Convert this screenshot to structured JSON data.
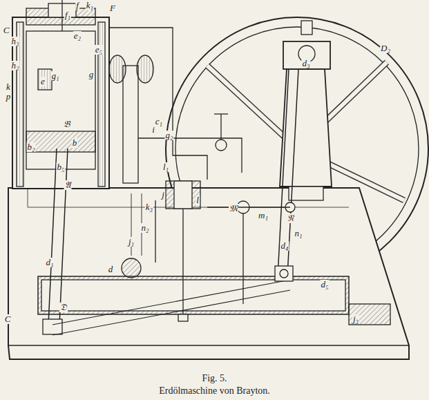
{
  "diagram": {
    "title": "Fig. 5.",
    "caption": "Erdölmaschine von Brayton.",
    "labels": [
      "C",
      "h₃",
      "h₂",
      "k",
      "p",
      "e",
      "𝔅",
      "b",
      "b₂",
      "b₅",
      "C",
      "𝔄",
      "d₁",
      "𝔇",
      "d",
      "j₁",
      "j₃",
      "j",
      "f",
      "k₁",
      "F",
      "f₁",
      "e₂",
      "e₅",
      "g",
      "g₁",
      "D₂",
      "d₃",
      "𝔐",
      "m₁",
      "𝔑",
      "n₁",
      "n₂",
      "d₄",
      "d₅",
      "l",
      "l₁",
      "c₁",
      "g₂",
      "i",
      "k₃"
    ]
  }
}
